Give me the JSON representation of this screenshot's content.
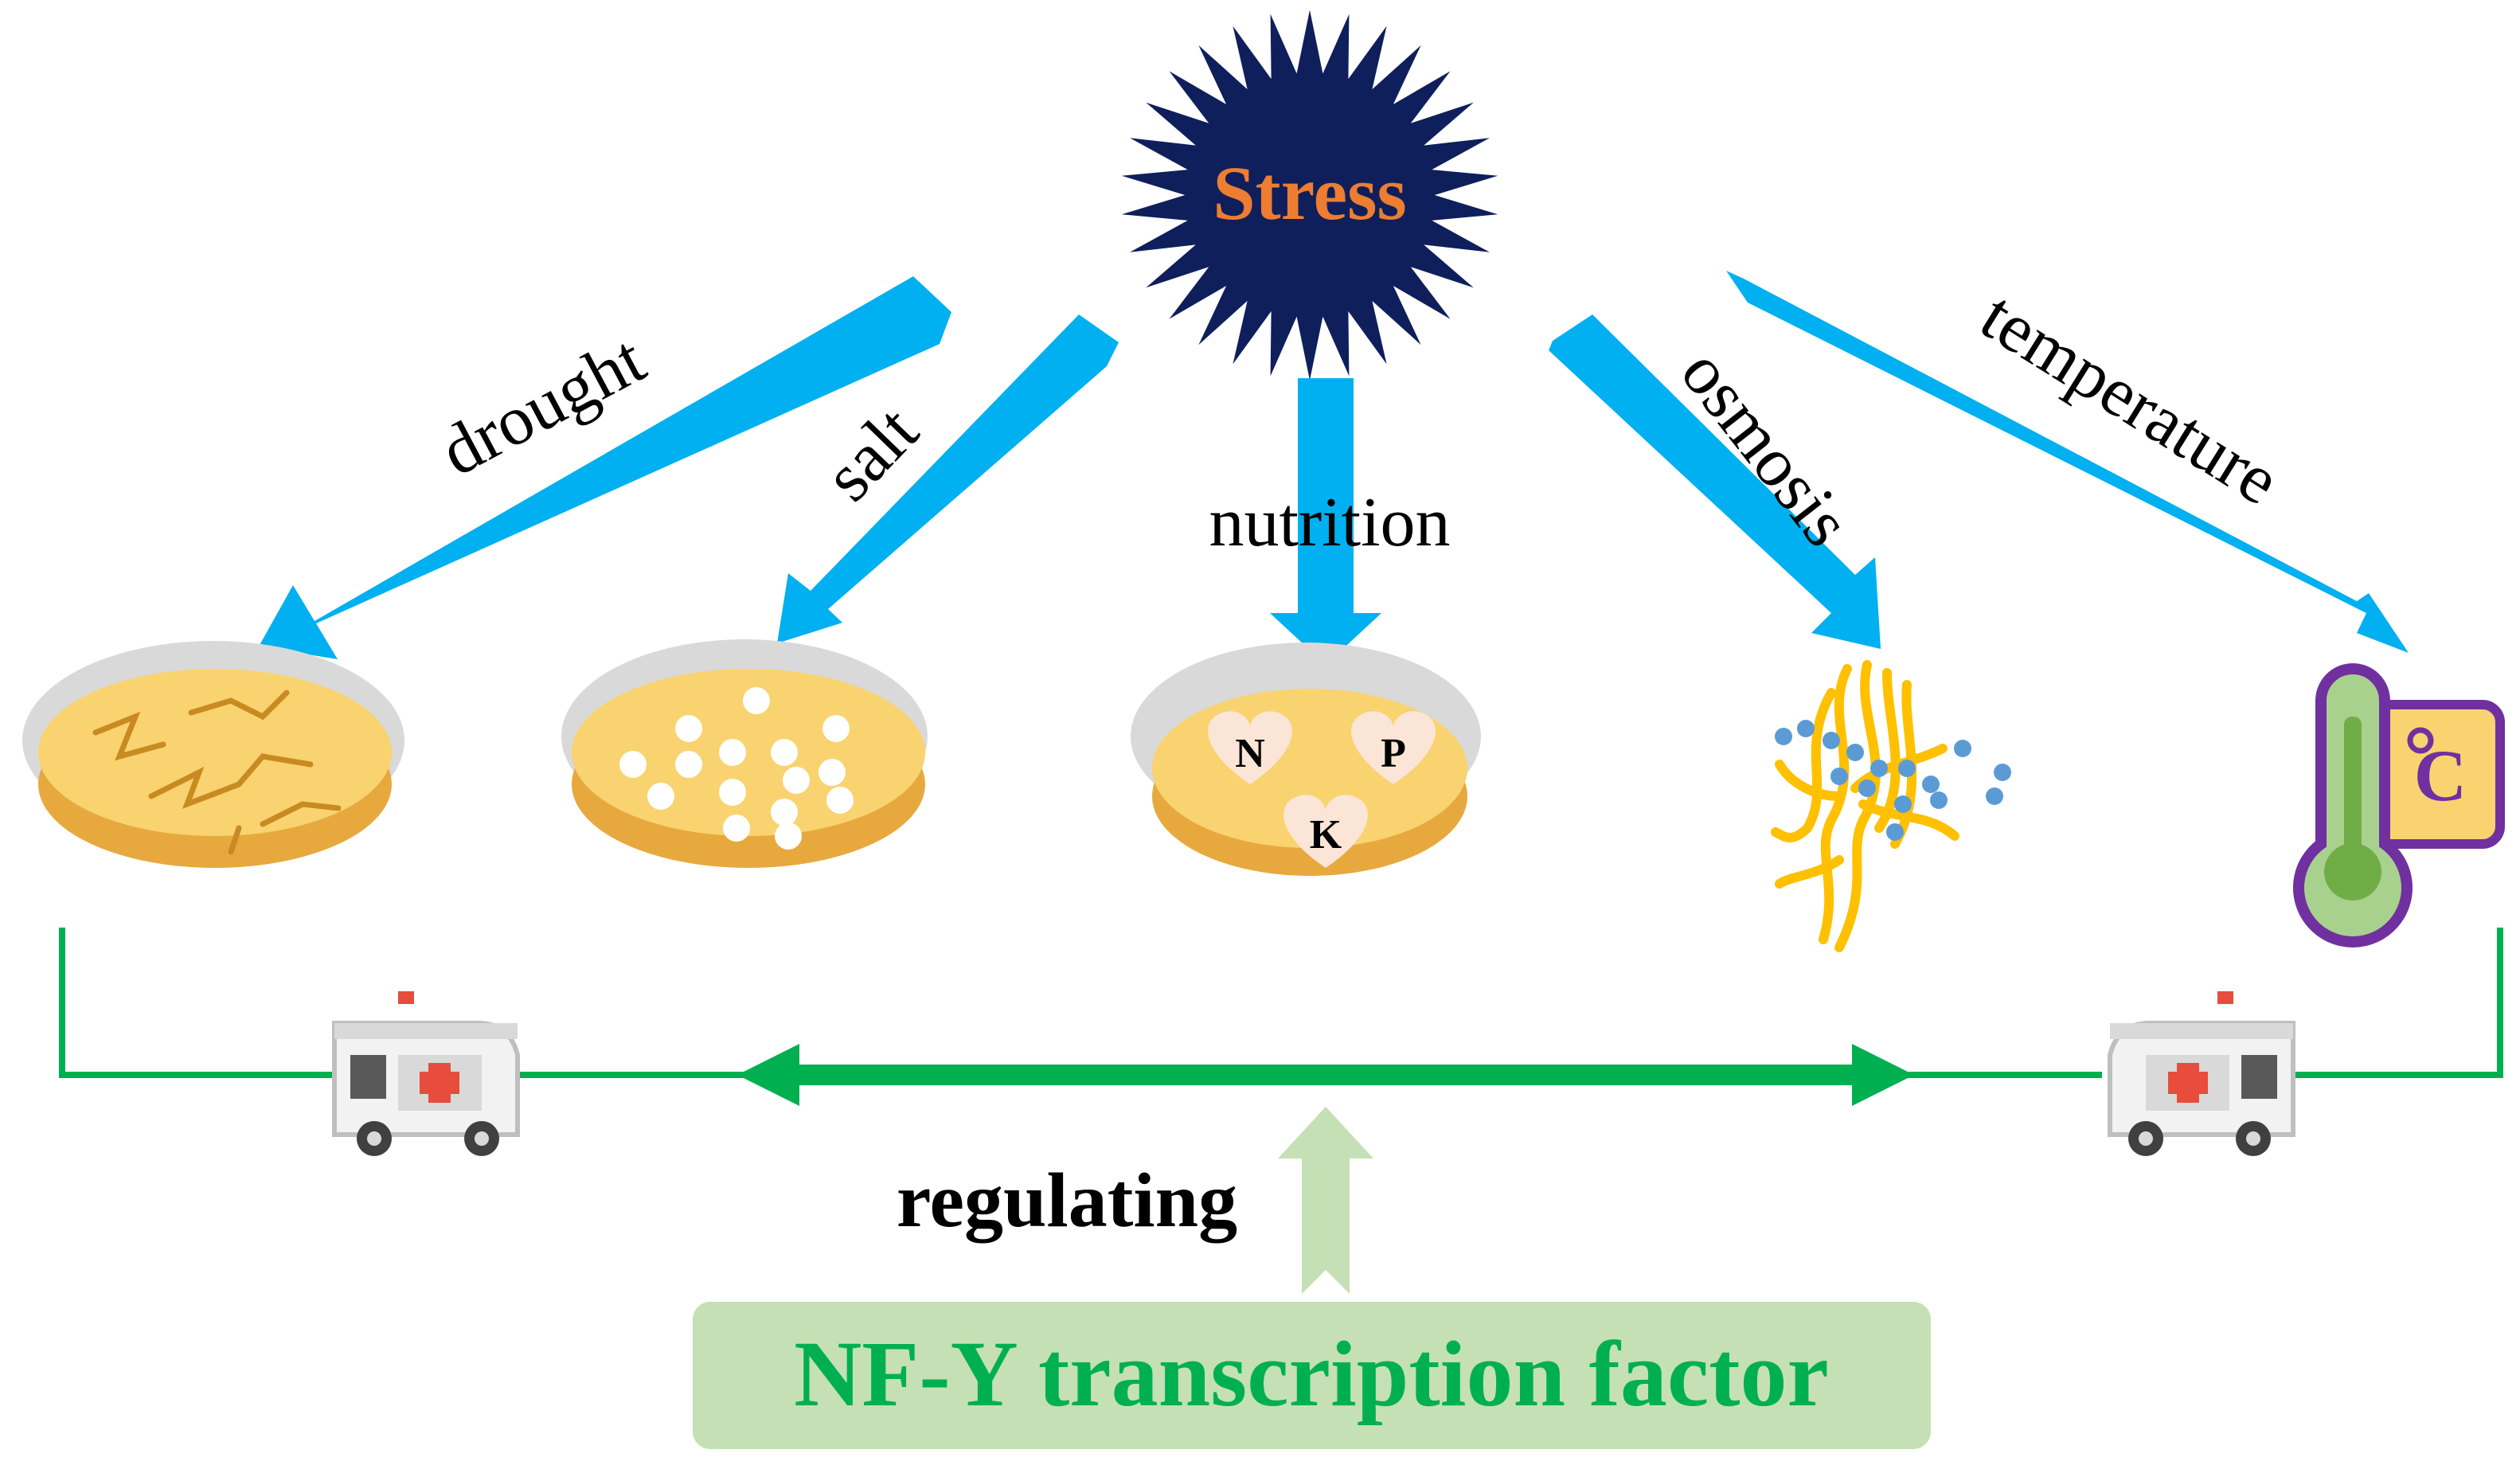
{
  "center": {
    "label": "Stress"
  },
  "stresses": [
    {
      "label": "drought",
      "icon": "cracked-soil-icon"
    },
    {
      "label": "salt",
      "icon": "salt-crystals-icon"
    },
    {
      "label": "nutrition",
      "icon": "nutrient-dish-icon"
    },
    {
      "label": "osmosis",
      "icon": "osmosis-roots-icon"
    },
    {
      "label": "temperature",
      "icon": "thermometer-celsius-icon"
    }
  ],
  "nutrients": [
    "N",
    "P",
    "K"
  ],
  "thermo_unit": "C",
  "regulating_label": "regulating",
  "factor_label": "NF-Y transcription factor",
  "colors": {
    "arrow_blue": "#00b0f0",
    "stress_star": "#0f1f5c",
    "stress_text": "#ed7d31",
    "regulation_green": "#00b050",
    "factor_box": "#c5e0b4",
    "up_arrow": "#c5e0b4",
    "soil_top": "#f8d36f",
    "soil_side": "#e7a93e"
  }
}
